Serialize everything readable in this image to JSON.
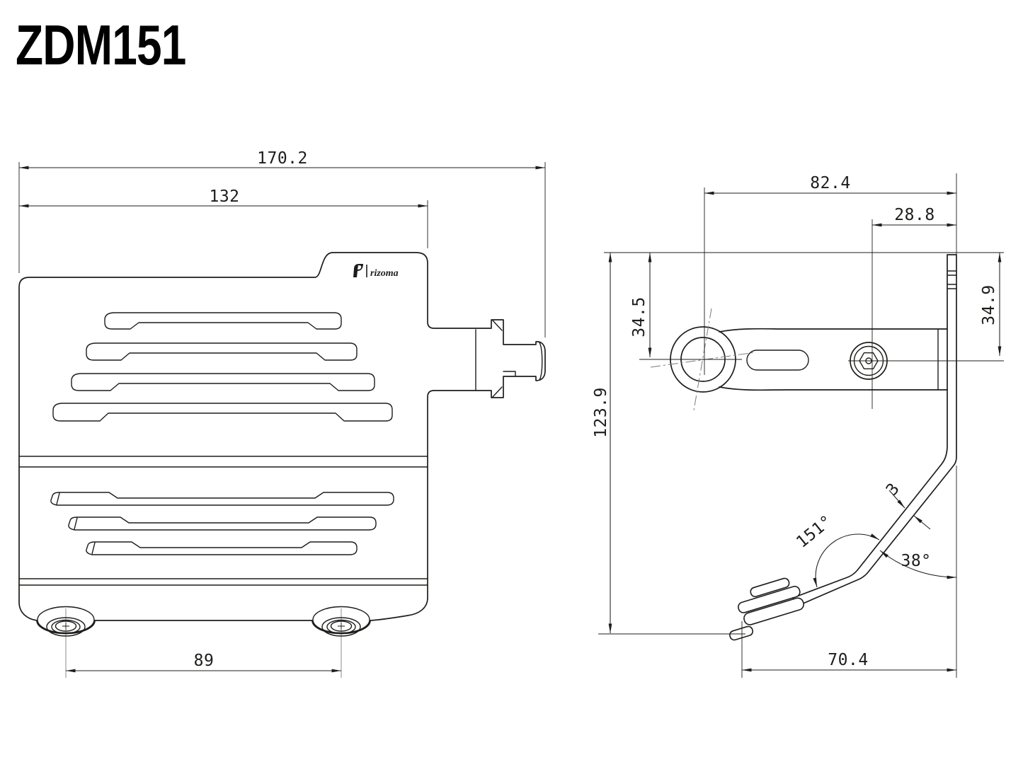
{
  "page": {
    "title": "ZDM151"
  },
  "logo": {
    "brand": "rizoma"
  },
  "front_view": {
    "dims": {
      "overall_width": "170.2",
      "cover_width": "132",
      "mount_hole_spacing": "89"
    }
  },
  "side_view": {
    "dims": {
      "overall_depth": "82.4",
      "hole_offset": "28.8",
      "arm_center_from_top": "34.5",
      "hole_center_from_top": "34.9",
      "overall_height": "123.9",
      "plate_thickness": "3",
      "bend_angle": "151°",
      "strap_angle": "38°",
      "foot_offset": "70.4"
    }
  },
  "style": {
    "line_color": "#1d1d1b",
    "centerline_color": "#8c8c8c",
    "background": "#ffffff"
  }
}
